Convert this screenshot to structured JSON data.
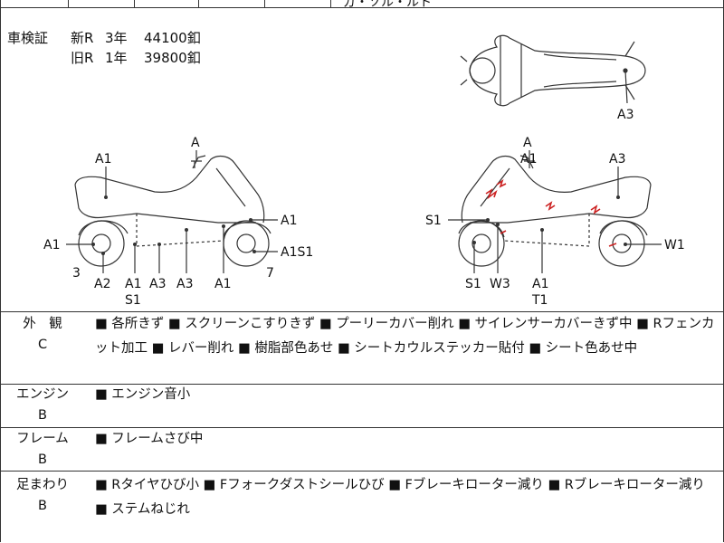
{
  "header_fragment": "ガ・ソル・ルト",
  "registration": {
    "label": "車検証",
    "rows": [
      {
        "type": "新R",
        "years": "3年",
        "price": "44100釦"
      },
      {
        "type": "旧R",
        "years": "1年",
        "price": "39800釦"
      }
    ]
  },
  "diagram_labels": {
    "top_view": [
      "A3"
    ],
    "left_side": [
      "A",
      "A1",
      "A1",
      "A1",
      "A1S1",
      "3",
      "7",
      "A2",
      "A1",
      "A3",
      "A3",
      "A1",
      "S1"
    ],
    "right_side": [
      "A",
      "A1",
      "A3",
      "S1",
      "W1",
      "S1",
      "W3",
      "A1",
      "T1"
    ]
  },
  "condition": [
    {
      "category": "外　観",
      "grade": "C",
      "notes": "■ 各所きず ■ スクリーンこすりきず ■ プーリーカバー削れ ■ サイレンサーカバーきず中 ■ Rフェンカット加工 ■ レバー削れ ■ 樹脂部色あせ ■ シートカウルステッカー貼付 ■ シート色あせ中"
    },
    {
      "category": "エンジン",
      "grade": "B",
      "notes": "■ エンジン音小"
    },
    {
      "category": "フレーム",
      "grade": "B",
      "notes": "■ フレームさび中"
    },
    {
      "category": "足まわり",
      "grade": "B",
      "notes": "■ Rタイヤひび小 ■ Fフォークダストシールひび ■ Fブレーキローター減り ■ Rブレーキローター減り ■ ステムねじれ"
    }
  ],
  "colors": {
    "line": "#333333",
    "damage_mark": "#cc2222"
  }
}
